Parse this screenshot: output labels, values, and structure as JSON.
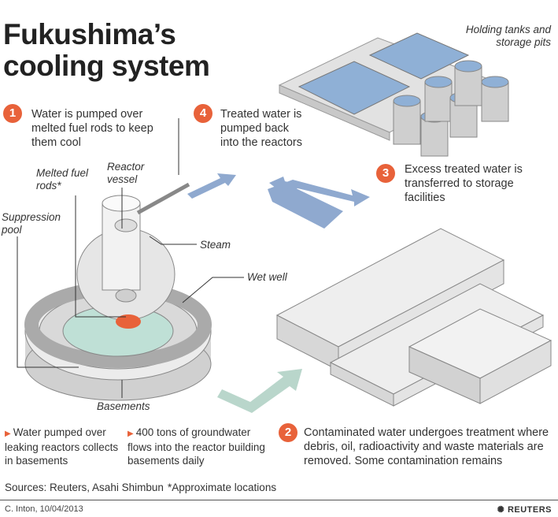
{
  "title": "Fukushima’s cooling system",
  "steps": [
    {
      "num": "1",
      "text": "Water is pumped over melted fuel rods to keep them cool"
    },
    {
      "num": "4",
      "text": "Treated water is pumped back into the reactors"
    },
    {
      "num": "3",
      "text": "Excess treated water is transferred to storage facilities"
    },
    {
      "num": "2",
      "text": "Contaminated water undergoes treatment where debris, oil, radioactivity and waste materials are removed. Some contamination remains"
    }
  ],
  "labels": {
    "holding_tanks": "Holding tanks and storage pits",
    "melted_fuel_rods": "Melted fuel rods*",
    "reactor_vessel": "Reactor vessel",
    "suppression_pool": "Suppression pool",
    "steam": "Steam",
    "wet_well": "Wet well",
    "basements": "Basements"
  },
  "bullets": [
    "Water pumped over leaking reactors collects in basements",
    "400 tons of groundwater flows into the reactor building basements daily"
  ],
  "sources": "Sources: Reuters, Asahi Shimbun",
  "note": "*Approximate locations",
  "credit": "C. Inton, 10/04/2013",
  "logo": "REUTERS",
  "colors": {
    "accent": "#e8623a",
    "water_arrow": "#8fa9cf",
    "green_arrow": "#b9d6cb",
    "structure": "#d9d9d9"
  }
}
